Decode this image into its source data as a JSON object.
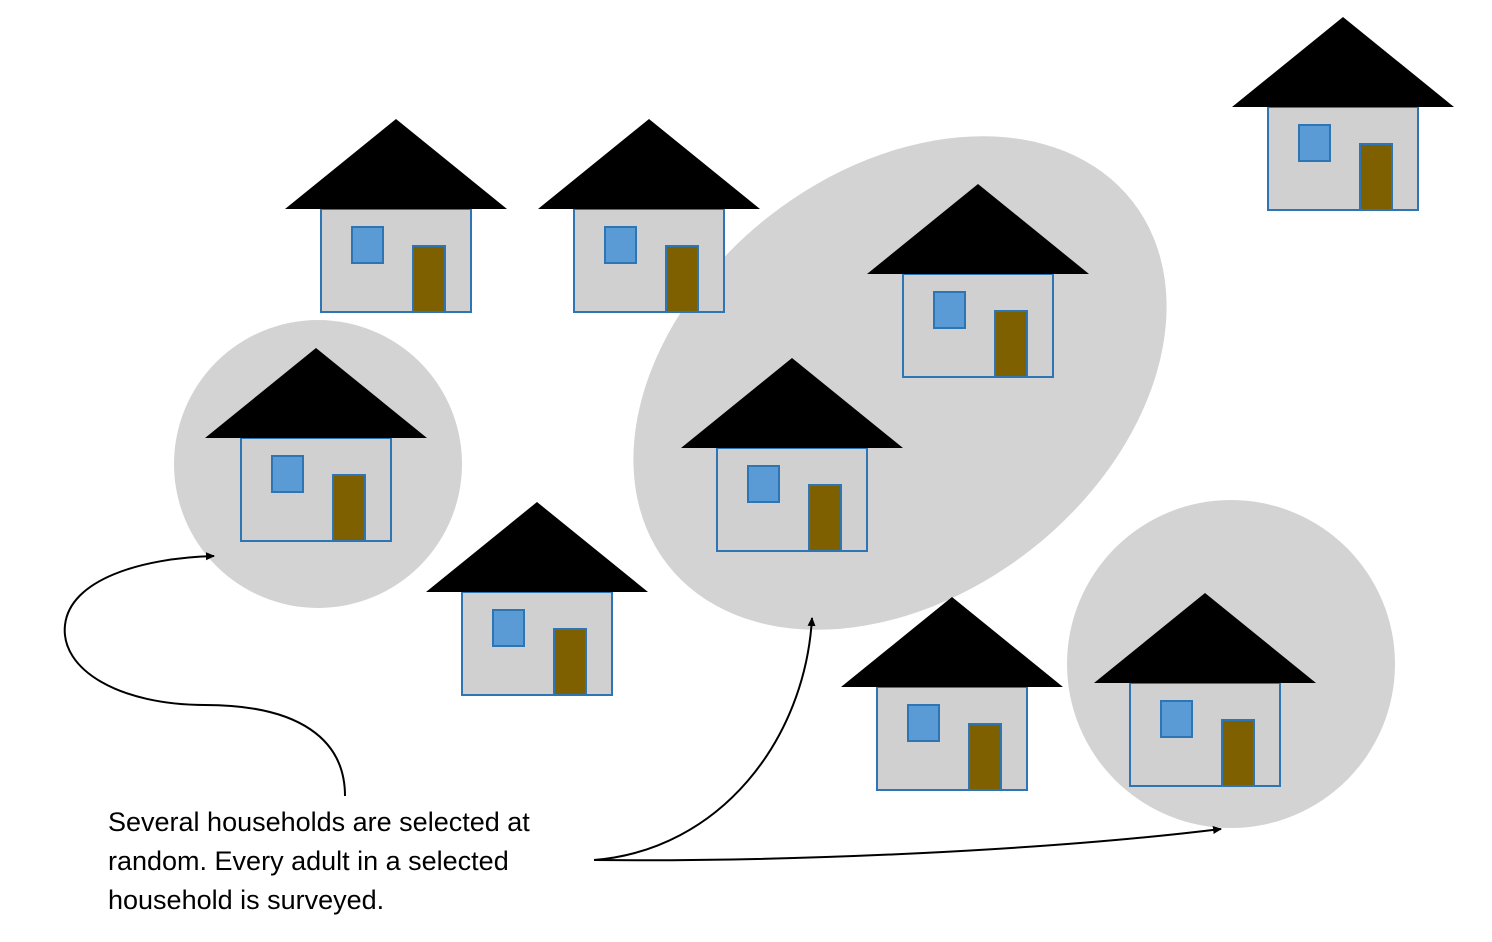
{
  "caption": {
    "lines": [
      "Several households are selected at",
      "random.  Every adult in a selected",
      "household is surveyed."
    ]
  },
  "houses": [
    {
      "id": "house-1",
      "selected": false
    },
    {
      "id": "house-2",
      "selected": false
    },
    {
      "id": "house-3",
      "selected": false
    },
    {
      "id": "house-4",
      "selected": true
    },
    {
      "id": "house-5",
      "selected": true
    },
    {
      "id": "house-6",
      "selected": true
    },
    {
      "id": "house-7",
      "selected": false
    },
    {
      "id": "house-8",
      "selected": false
    },
    {
      "id": "house-9",
      "selected": true
    }
  ],
  "colors": {
    "roof": "#000000",
    "wall": "#d0d0d0",
    "outline": "#2e75b6",
    "window": "#5b9bd5",
    "door": "#7f6000",
    "selection": "#d3d3d3",
    "arrow": "#000000"
  }
}
